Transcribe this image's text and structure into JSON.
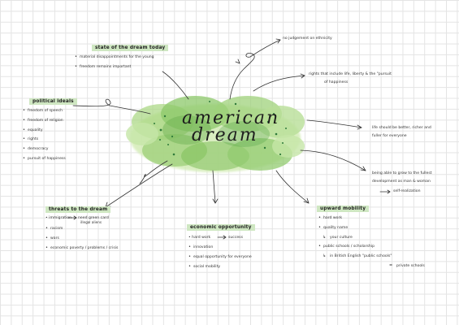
{
  "center": {
    "line1": "american",
    "line2": "dream"
  },
  "colors": {
    "blob_light": "#d4ecb7",
    "blob_mid": "#a7d67f",
    "blob_dark": "#7fbf5a",
    "blob_deep": "#5aa64a",
    "dot": "#2f7a3a",
    "heading_bg": "#cfe7c2",
    "arrow": "#333333"
  },
  "state": {
    "heading": "state of the dream today",
    "items": [
      "material disappointments for the young",
      "freedom remains important"
    ]
  },
  "political": {
    "heading": "political ideals",
    "items": [
      "freedom of speech",
      "freedom of religion",
      "equality",
      "rights",
      "democracy",
      "pursuit of happiness"
    ]
  },
  "threats": {
    "heading": "threats to the dream",
    "line1_a": "immigration",
    "line1_b": "need green card",
    "line1_c": "illegal aliens",
    "items": [
      "racism",
      "wars",
      "economic poverty / problems / crisis"
    ]
  },
  "economic": {
    "heading": "economic opportunity",
    "line1_a": "hard work",
    "line1_b": "success",
    "items": [
      "innovation",
      "equal opportunity for everyone",
      "social mobility"
    ]
  },
  "upward": {
    "heading": "upward mobility",
    "items": [
      "hard work",
      "quality name"
    ],
    "sub1": "your culture",
    "item3": "public schools / scholarship",
    "sub2": "in British English \"public schools\"",
    "eq": "private schools"
  },
  "notes": {
    "judgement": "no judgement on ethnicity",
    "rights1": "rights that include life, liberty & the \"pursuit",
    "rights2": "of happiness",
    "life1": "life should be better, richer and",
    "life2": "fuller for everyone",
    "grow1": "being able to grow to the fullest",
    "grow2": "development as man & woman",
    "grow3": "self-realization"
  }
}
